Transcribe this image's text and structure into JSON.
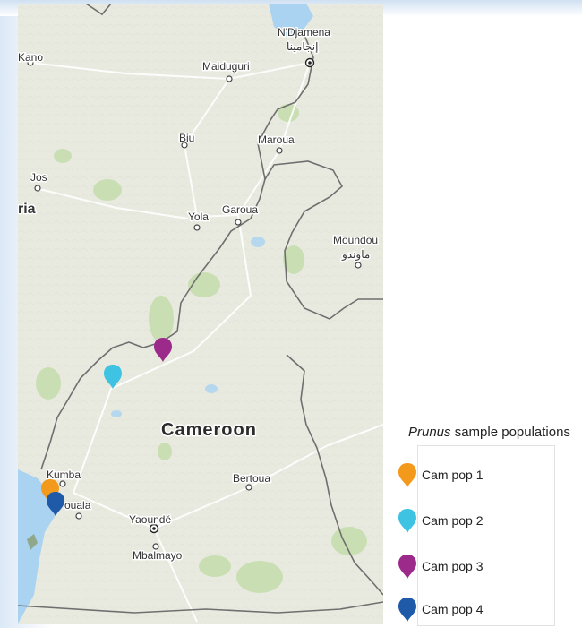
{
  "map": {
    "region_labels": {
      "kano": "Kano",
      "maiduguri": "Maiduguri",
      "ndjamena": "N'Djamena",
      "ndjamena_arabic": "إنجامينا",
      "biu": "Biu",
      "maroua": "Maroua",
      "jos": "Jos",
      "nigeria_partial": "ria",
      "yola": "Yola",
      "garoua": "Garoua",
      "moundou": "Moundou",
      "moundou_arabic": "ماوندو",
      "cameroon": "Cameroon",
      "kumba": "Kumba",
      "douala": "ouala",
      "bertoua": "Bertoua",
      "yaounde": "Yaoundé",
      "mbalmayo": "Mbalmayo"
    },
    "pins": [
      {
        "population": "Cam pop 1",
        "color": "#f39a1c"
      },
      {
        "population": "Cam pop 2",
        "color": "#3fc3e3"
      },
      {
        "population": "Cam pop 3",
        "color": "#9b2a8a"
      },
      {
        "population": "Cam pop 4",
        "color": "#1f5aa8"
      }
    ]
  },
  "legend": {
    "title_italic": "Prunus",
    "title_rest": " sample populations",
    "items": [
      {
        "label": "Cam pop 1",
        "color": "#f39a1c"
      },
      {
        "label": "Cam pop 2",
        "color": "#3fc3e3"
      },
      {
        "label": "Cam pop 3",
        "color": "#9b2a8a"
      },
      {
        "label": "Cam pop 4",
        "color": "#1f5aa8"
      }
    ]
  }
}
